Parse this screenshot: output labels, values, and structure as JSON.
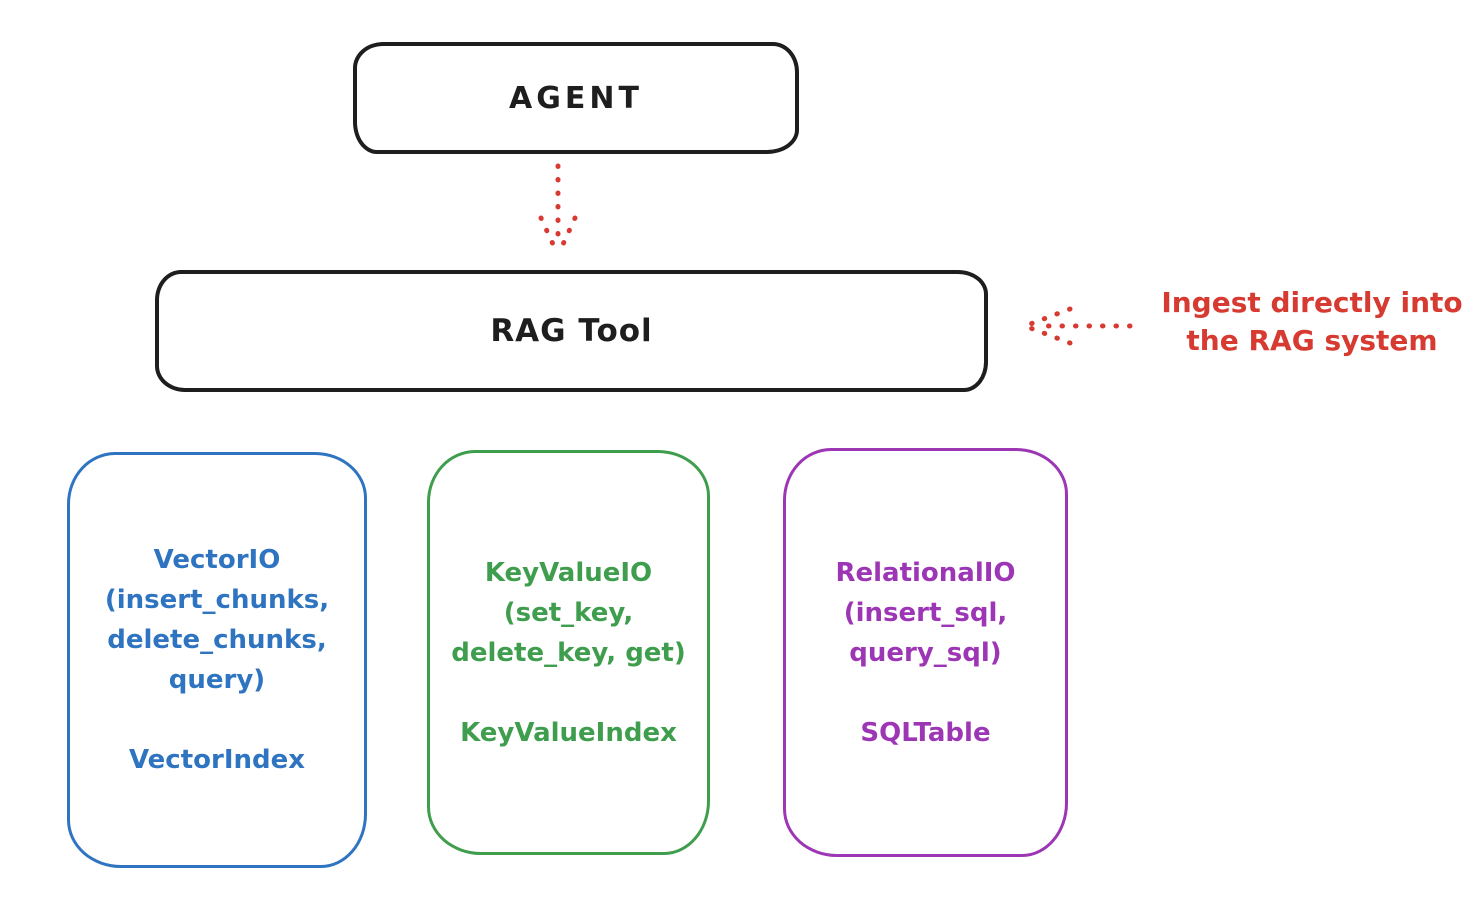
{
  "diagram": {
    "colors": {
      "ink": "#1e1e1e",
      "accent_red": "#d63a31",
      "vector_blue": "#2f74c0",
      "keyvalue_green": "#3f9e4d",
      "relational_purple": "#9c36b5"
    },
    "agent": {
      "label": "AGENT"
    },
    "rag_tool": {
      "label": "RAG Tool"
    },
    "annotation": {
      "lines": [
        "Ingest directly into",
        "the RAG system"
      ]
    },
    "arrows": [
      {
        "name": "agent-to-rag-tool",
        "style": "dotted",
        "direction": "down"
      },
      {
        "name": "annotation-to-rag-tool",
        "style": "dotted",
        "direction": "left"
      }
    ],
    "stores": [
      {
        "name": "vector-io",
        "lines": [
          "VectorIO",
          "(insert_chunks,",
          "delete_chunks,",
          "query)",
          "",
          "VectorIndex"
        ]
      },
      {
        "name": "keyvalue-io",
        "lines": [
          "KeyValueIO",
          "(set_key,",
          "delete_key, get)",
          "",
          "KeyValueIndex"
        ]
      },
      {
        "name": "relational-io",
        "lines": [
          "RelationalIO",
          "(insert_sql,",
          "query_sql)",
          "",
          "SQLTable"
        ]
      }
    ]
  }
}
